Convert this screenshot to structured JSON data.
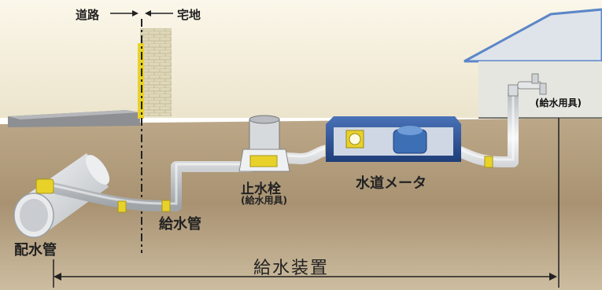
{
  "labels": {
    "road": "道路",
    "residential_lot": "宅地",
    "distribution_main": "配水管",
    "service_pipe": "給水管",
    "stop_valve": "止水栓",
    "stop_valve_sub": "(給水用具)",
    "water_meter": "水道メータ",
    "faucet_sub": "(給水用具)",
    "water_supply_system": "給水装置"
  },
  "colors": {
    "ground": "#a89272",
    "sky_top": "#fbf7ea",
    "pipe": "#e4e6e8",
    "fitting": "#e8d22a",
    "meter_box": "#2e4f8c",
    "meter_body": "#3d6fb5",
    "wall": "#ddd5b4"
  }
}
